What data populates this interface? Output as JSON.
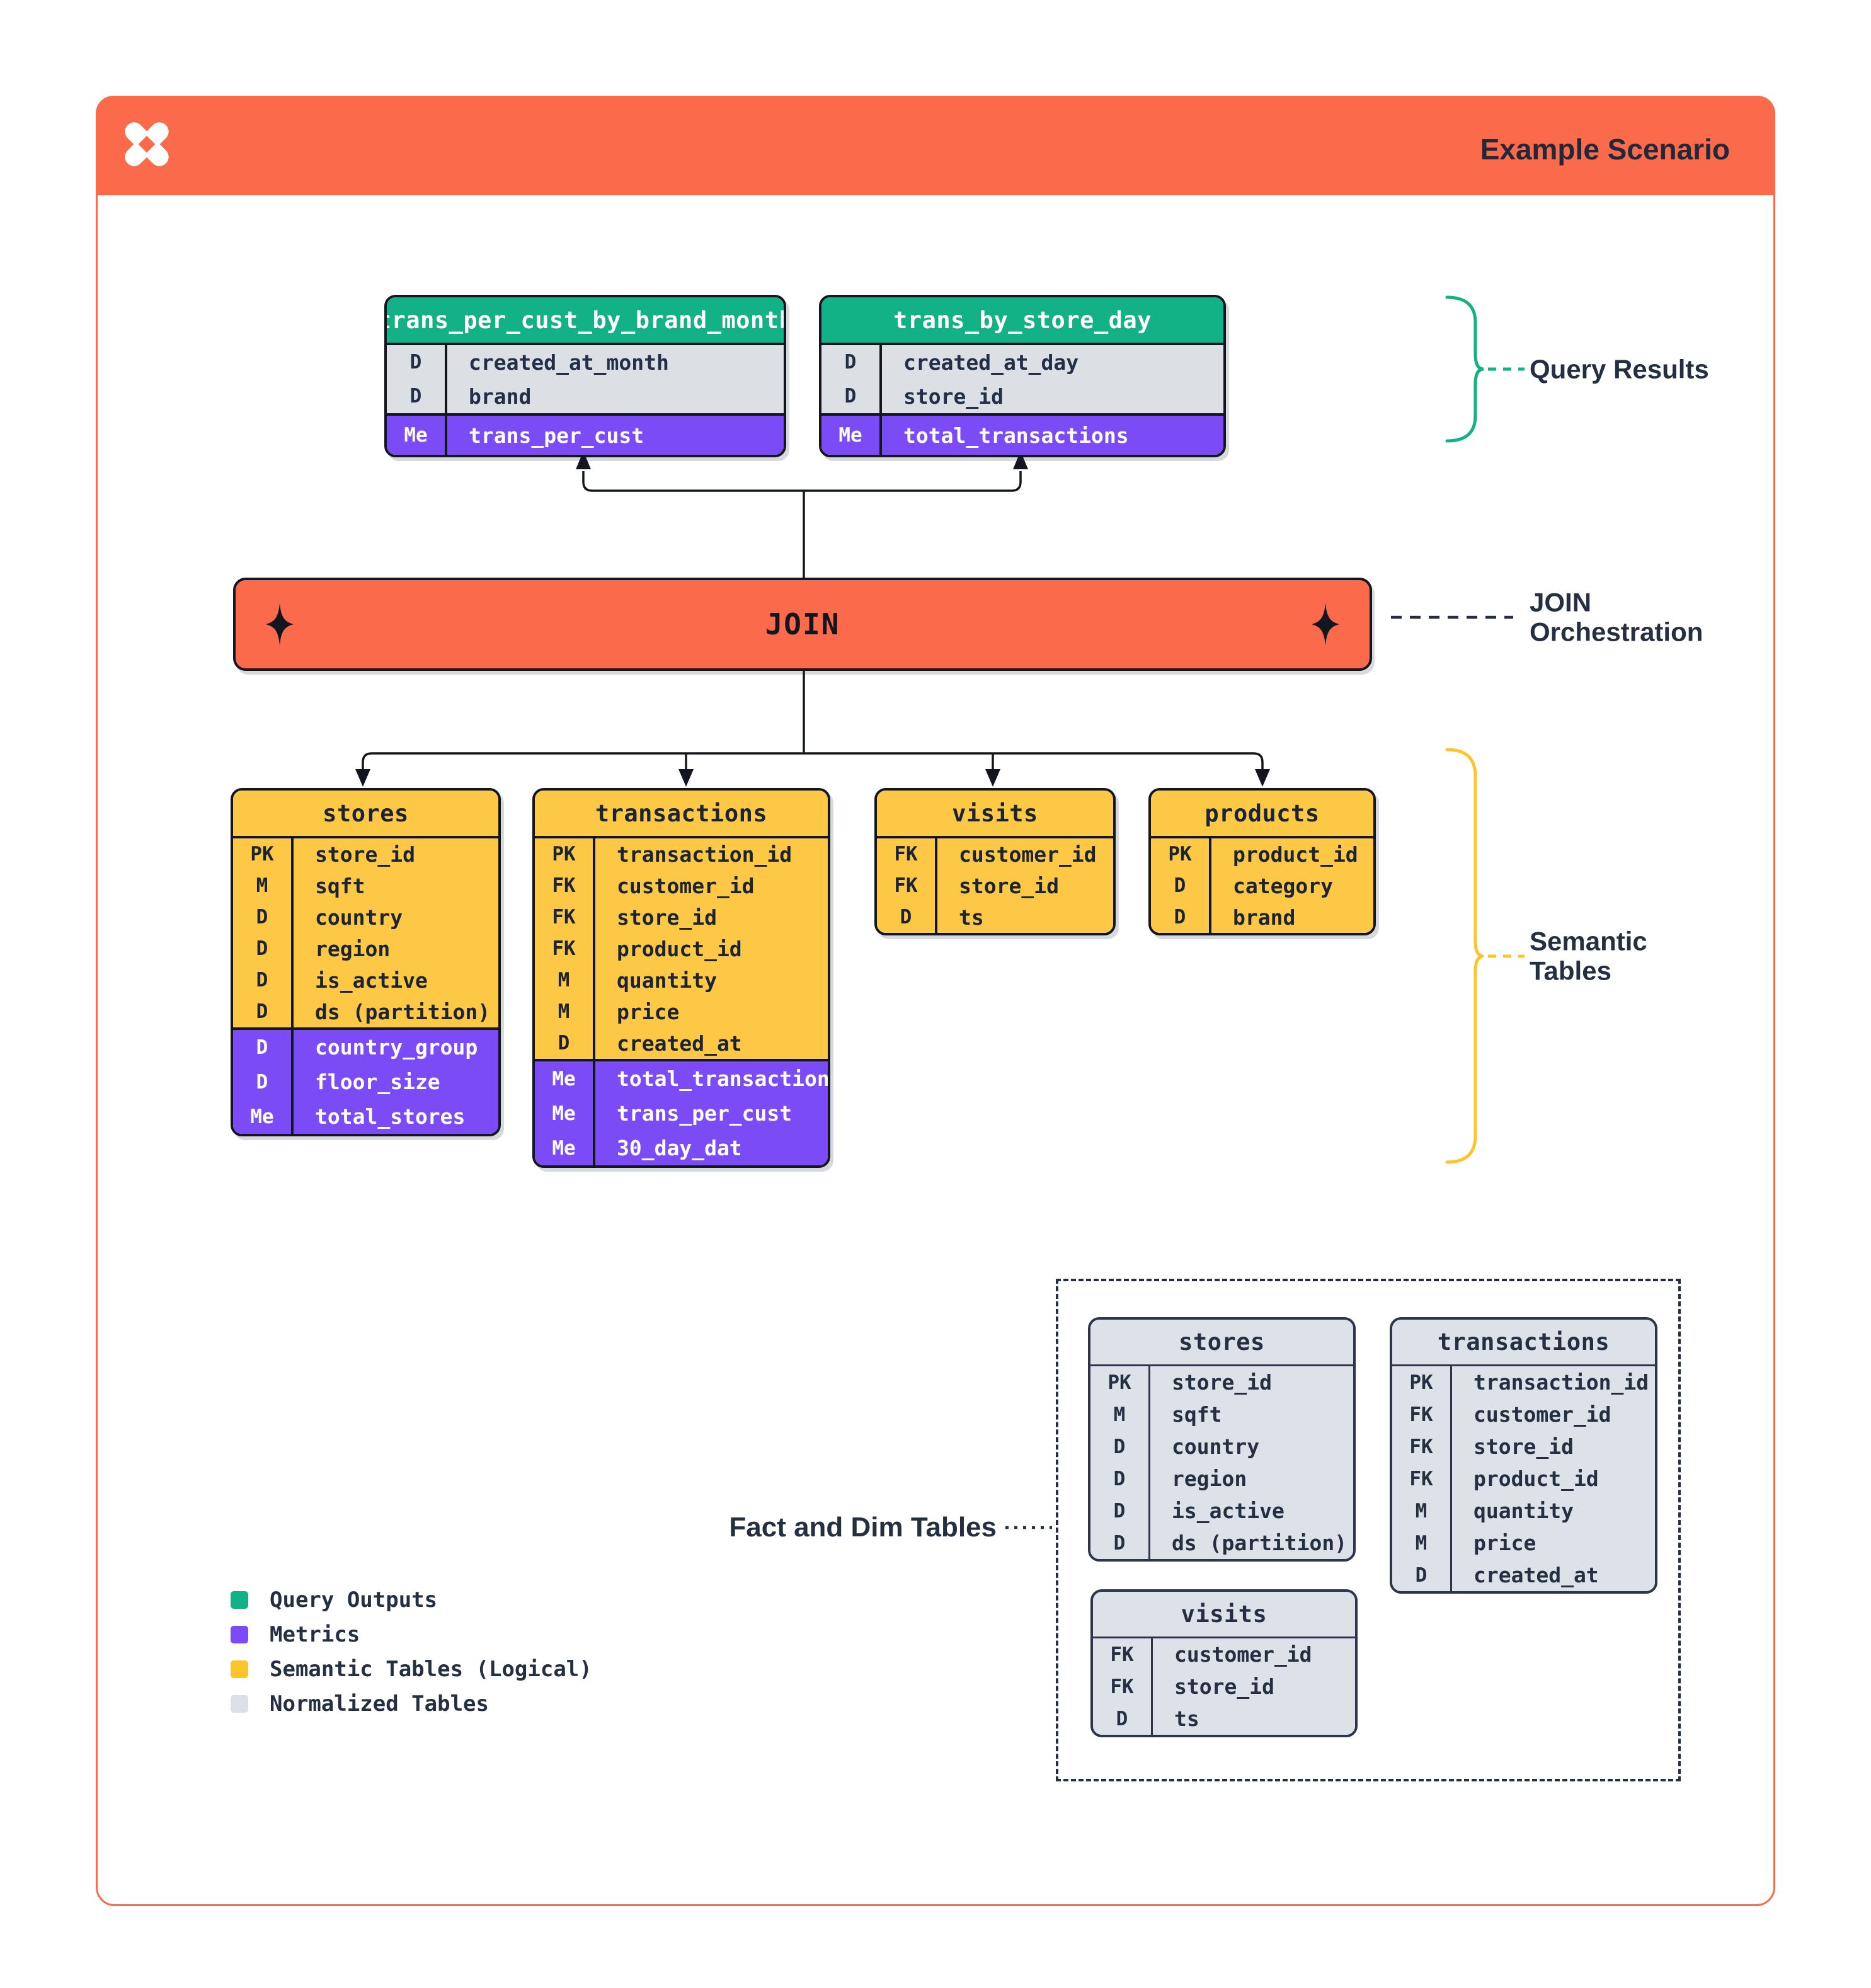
{
  "header": {
    "title": "Example Scenario",
    "logo": "dbt-logo"
  },
  "join": {
    "label": "JOIN"
  },
  "labels": {
    "query_results": "Query Results",
    "join_line1": "JOIN",
    "join_line2": "Orchestration",
    "semantic_line1": "Semantic",
    "semantic_line2": "Tables",
    "fact_dim": "Fact and Dim Tables"
  },
  "tables": {
    "query": [
      {
        "title": "trans_per_cust_by_brand_month",
        "dims": [
          [
            "D",
            "created_at_month"
          ],
          [
            "D",
            "brand"
          ]
        ],
        "metrics": [
          [
            "Me",
            "trans_per_cust"
          ]
        ]
      },
      {
        "title": "trans_by_store_day",
        "dims": [
          [
            "D",
            "created_at_day"
          ],
          [
            "D",
            "store_id"
          ]
        ],
        "metrics": [
          [
            "Me",
            "total_transactions"
          ]
        ]
      }
    ],
    "semantic": [
      {
        "title": "stores",
        "dims": [
          [
            "PK",
            "store_id"
          ],
          [
            "M",
            "sqft"
          ],
          [
            "D",
            "country"
          ],
          [
            "D",
            "region"
          ],
          [
            "D",
            "is_active"
          ],
          [
            "D",
            "ds (partition)"
          ]
        ],
        "metrics": [
          [
            "D",
            "country_group"
          ],
          [
            "D",
            "floor_size"
          ],
          [
            "Me",
            "total_stores"
          ]
        ]
      },
      {
        "title": "transactions",
        "dims": [
          [
            "PK",
            "transaction_id"
          ],
          [
            "FK",
            "customer_id"
          ],
          [
            "FK",
            "store_id"
          ],
          [
            "FK",
            "product_id"
          ],
          [
            "M",
            "quantity"
          ],
          [
            "M",
            "price"
          ],
          [
            "D",
            "created_at"
          ]
        ],
        "metrics": [
          [
            "Me",
            "total_transactions"
          ],
          [
            "Me",
            "trans_per_cust"
          ],
          [
            "Me",
            "30_day_dat"
          ]
        ]
      },
      {
        "title": "visits",
        "dims": [
          [
            "FK",
            "customer_id"
          ],
          [
            "FK",
            "store_id"
          ],
          [
            "D",
            "ts"
          ]
        ],
        "metrics": []
      },
      {
        "title": "products",
        "dims": [
          [
            "PK",
            "product_id"
          ],
          [
            "D",
            "category"
          ],
          [
            "D",
            "brand"
          ]
        ],
        "metrics": []
      }
    ],
    "normalized": [
      {
        "title": "stores",
        "dims": [
          [
            "PK",
            "store_id"
          ],
          [
            "M",
            "sqft"
          ],
          [
            "D",
            "country"
          ],
          [
            "D",
            "region"
          ],
          [
            "D",
            "is_active"
          ],
          [
            "D",
            "ds (partition)"
          ]
        ],
        "metrics": []
      },
      {
        "title": "transactions",
        "dims": [
          [
            "PK",
            "transaction_id"
          ],
          [
            "FK",
            "customer_id"
          ],
          [
            "FK",
            "store_id"
          ],
          [
            "FK",
            "product_id"
          ],
          [
            "M",
            "quantity"
          ],
          [
            "M",
            "price"
          ],
          [
            "D",
            "created_at"
          ]
        ],
        "metrics": []
      },
      {
        "title": "visits",
        "dims": [
          [
            "FK",
            "customer_id"
          ],
          [
            "FK",
            "store_id"
          ],
          [
            "D",
            "ts"
          ]
        ],
        "metrics": []
      }
    ]
  },
  "legend": [
    {
      "label": "Query Outputs",
      "color": "#12b286"
    },
    {
      "label": "Metrics",
      "color": "#7b4cf5"
    },
    {
      "label": "Semantic Tables (Logical)",
      "color": "#fcc42d"
    },
    {
      "label": "Normalized Tables",
      "color": "#dde1e7"
    }
  ],
  "colors": {
    "orange": "#fa6a4b",
    "green": "#12b286",
    "purple": "#7b4cf5",
    "yellow": "#fcc845",
    "gray_row": "#dce0e5",
    "navy": "#243041",
    "line": "#13161e"
  }
}
